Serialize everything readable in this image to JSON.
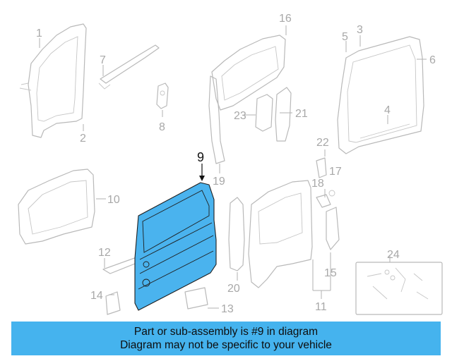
{
  "diagram": {
    "highlighted_part": "9",
    "highlight_color": "#4ab3ee",
    "callouts": [
      "1",
      "2",
      "3",
      "4",
      "5",
      "6",
      "7",
      "8",
      "9",
      "10",
      "11",
      "12",
      "13",
      "14",
      "15",
      "16",
      "17",
      "18",
      "19",
      "20",
      "21",
      "22",
      "23",
      "24"
    ]
  },
  "banner": {
    "background_color": "#45b3ee",
    "line1": "Part or sub-assembly is #9 in diagram",
    "line2": "Diagram may not be specific to your vehicle"
  }
}
